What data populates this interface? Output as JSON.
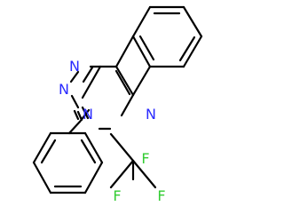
{
  "molecule": {
    "colors": {
      "bond": "#000000",
      "nitrogen": "#2a2aff",
      "fluorine": "#33cc33",
      "background": "#ffffff"
    },
    "atom_labels": [
      {
        "id": "n1",
        "text": "N",
        "element": "nitrogen"
      },
      {
        "id": "n2",
        "text": "N",
        "element": "nitrogen"
      },
      {
        "id": "n4",
        "text": "N",
        "element": "nitrogen"
      },
      {
        "id": "n5",
        "text": "N",
        "element": "nitrogen"
      },
      {
        "id": "f1",
        "text": "F",
        "element": "fluorine"
      },
      {
        "id": "f2",
        "text": "F",
        "element": "fluorine"
      },
      {
        "id": "f3",
        "text": "F",
        "element": "fluorine"
      }
    ]
  }
}
